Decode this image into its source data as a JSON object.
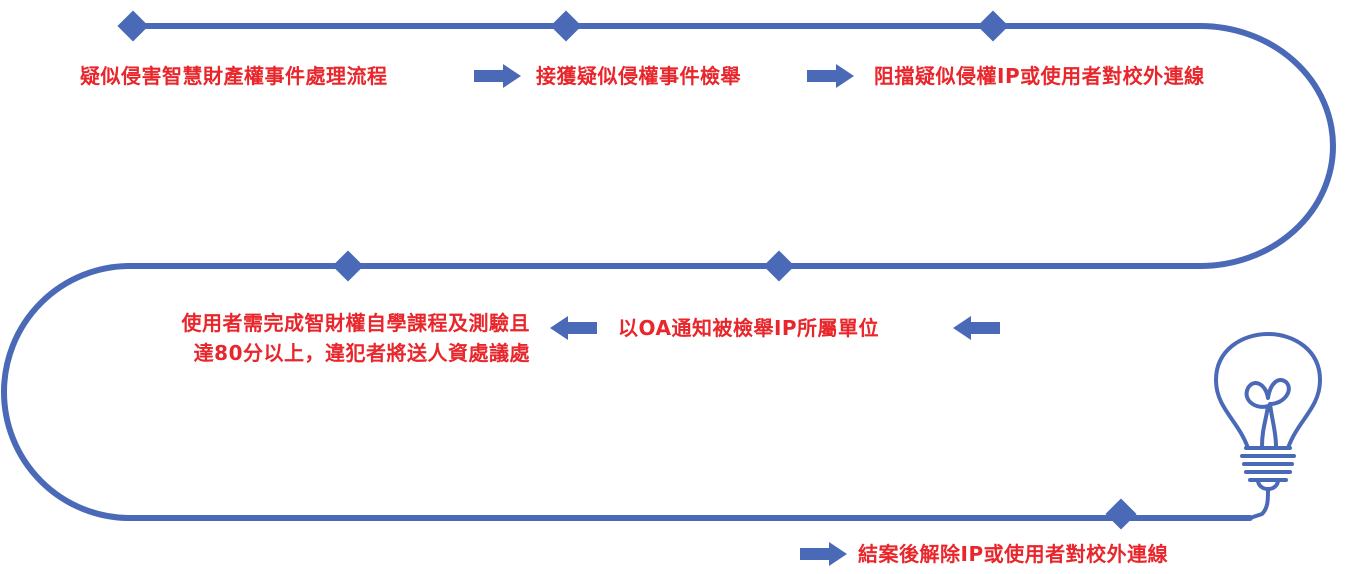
{
  "colors": {
    "path": "#4a6ab8",
    "node": "#4a6ab8",
    "arrow": "#4a6ab8",
    "text": "#e8262b",
    "bulb": "#4a6ab8"
  },
  "steps": [
    {
      "id": "step-1",
      "text": "疑似侵害智慧財產權事件處理流程"
    },
    {
      "id": "step-2",
      "text": "接獲疑似侵權事件檢舉"
    },
    {
      "id": "step-3",
      "text": "阻擋疑似侵權IP或使用者對校外連線"
    },
    {
      "id": "step-4",
      "text": "以OA通知被檢舉IP所屬單位"
    },
    {
      "id": "step-5",
      "lines": [
        "使用者需完成智財權自學課程及測驗且",
        "達80分以上，違犯者將送人資處議處"
      ]
    },
    {
      "id": "step-6",
      "text": "結案後解除IP或使用者對校外連線"
    }
  ],
  "icons": [
    "arrow-right-icon",
    "arrow-left-icon",
    "lightbulb-icon",
    "diamond-node-icon"
  ]
}
